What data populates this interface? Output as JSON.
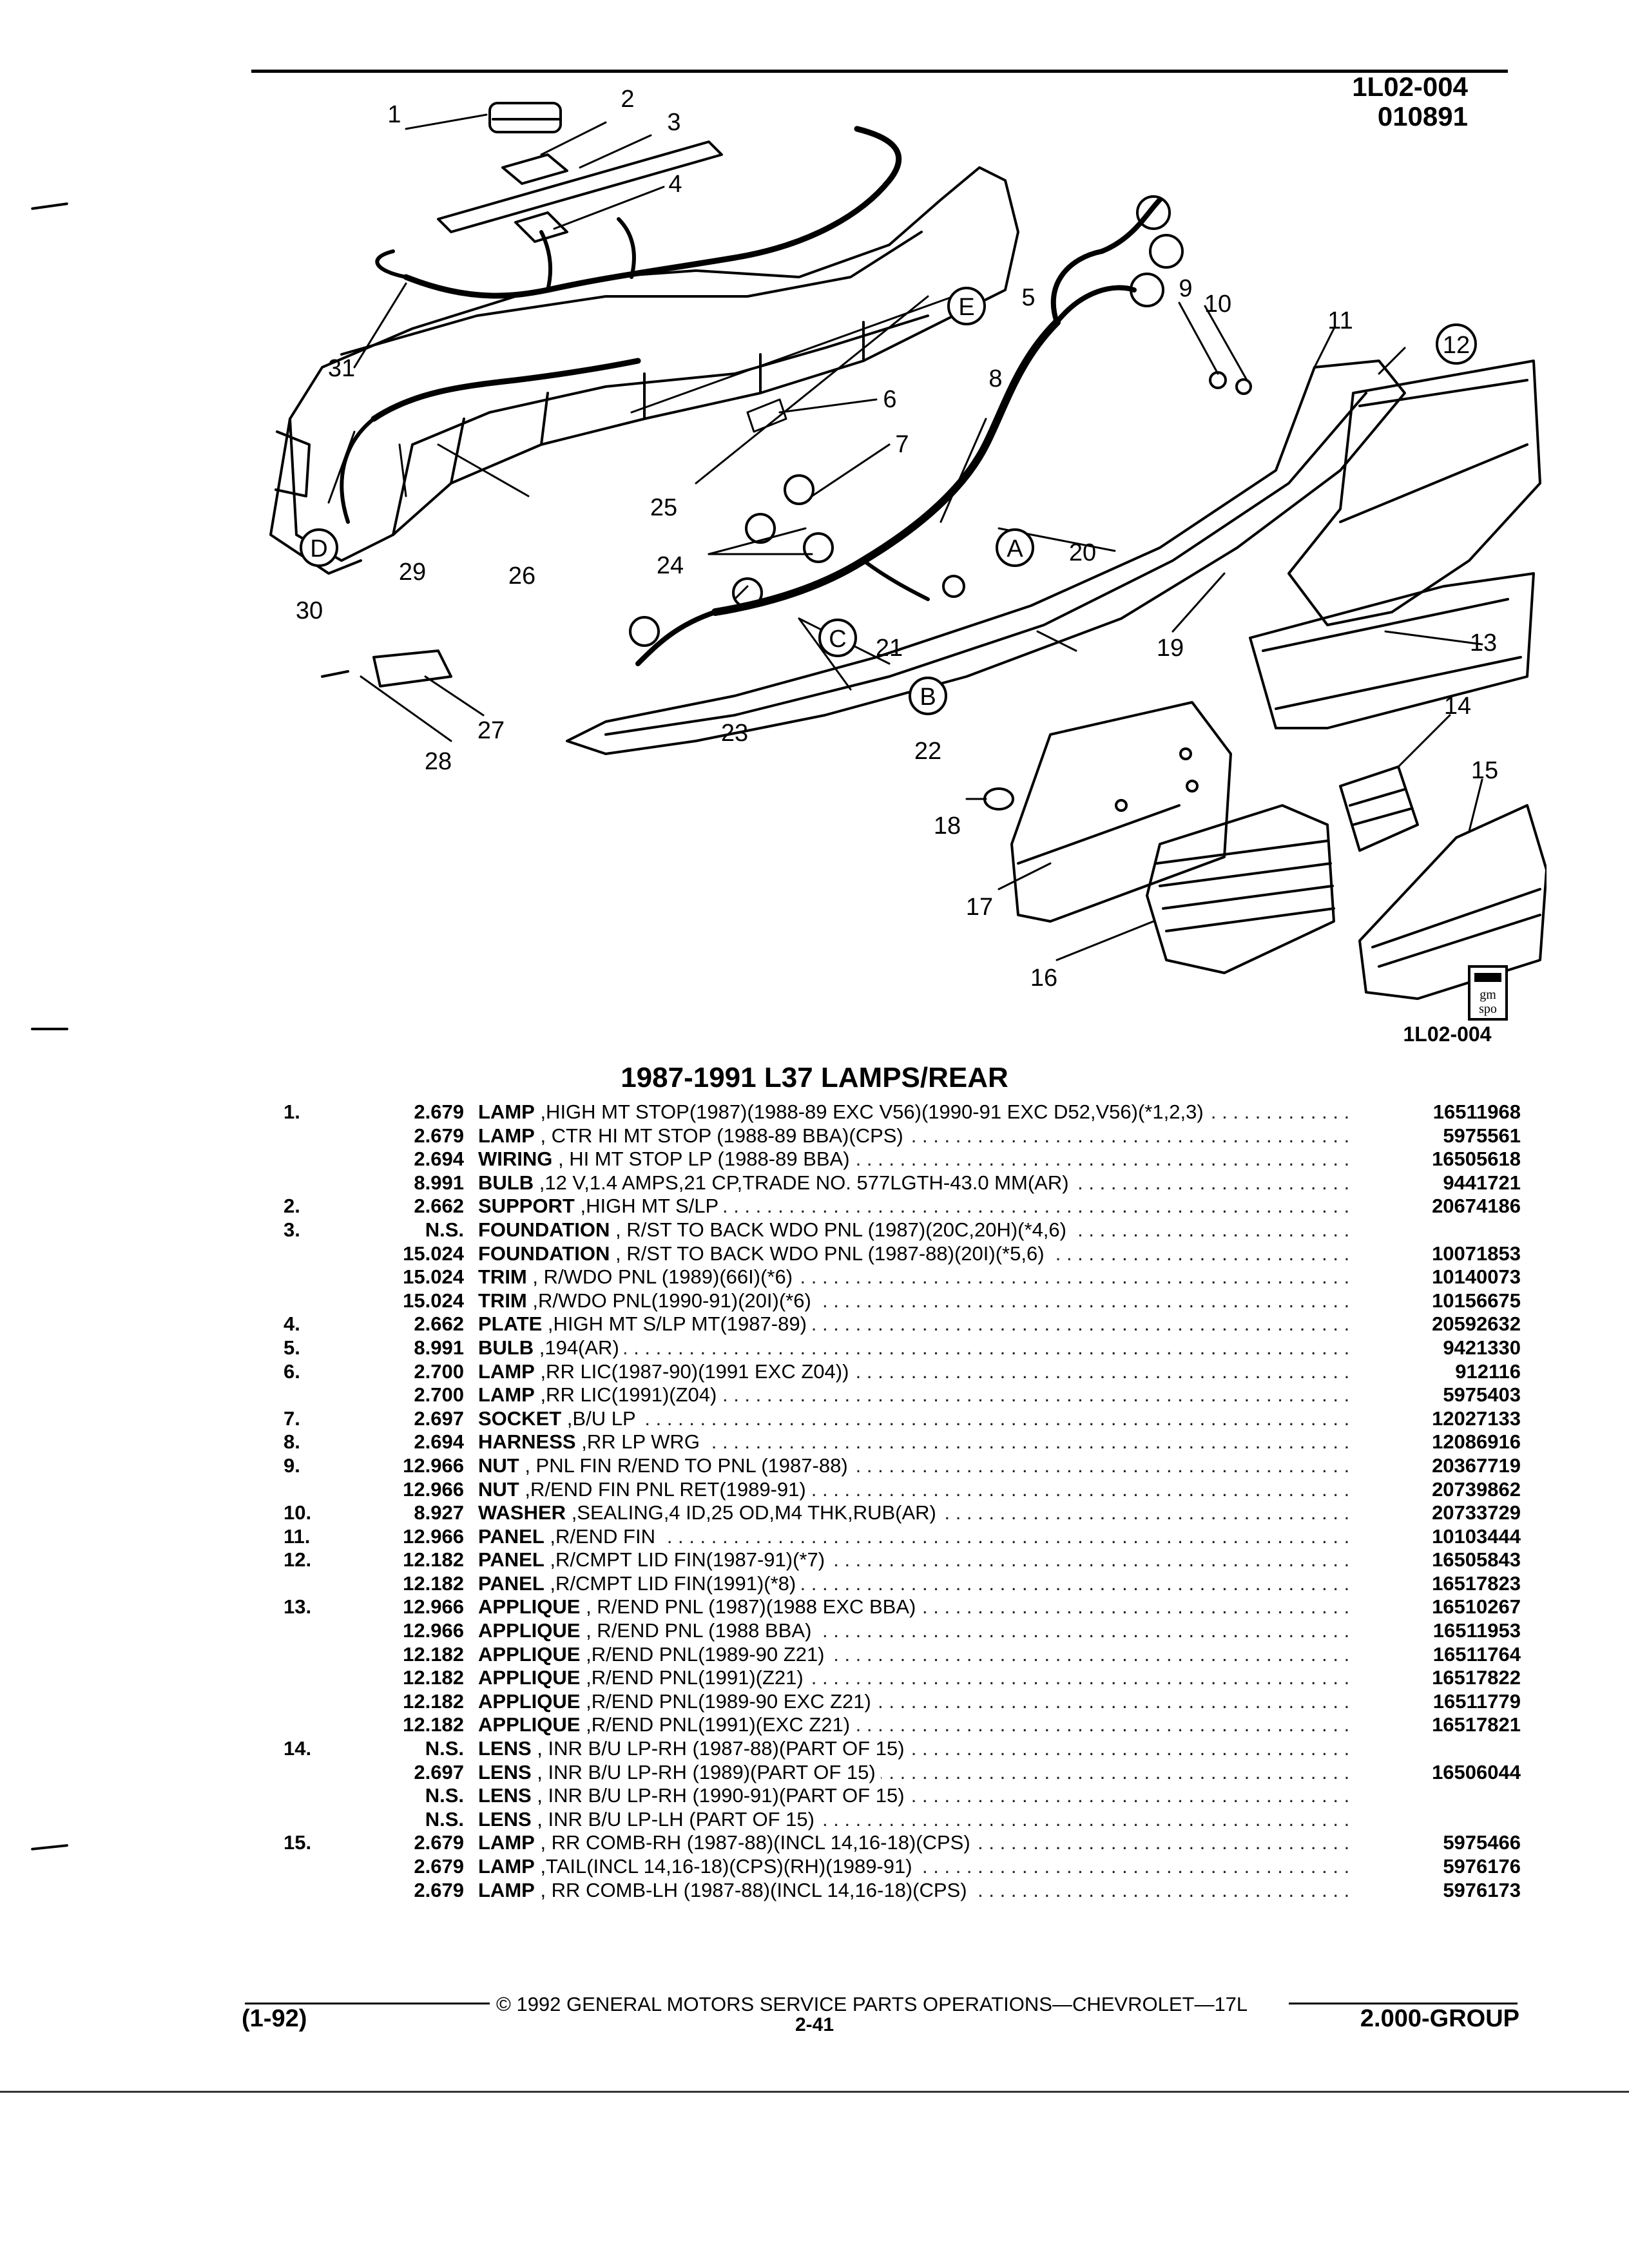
{
  "header": {
    "code": "1L02-004",
    "date": "010891"
  },
  "figure": {
    "code_bottom": "1L02-004",
    "callouts": [
      "1",
      "2",
      "3",
      "4",
      "5",
      "6",
      "7",
      "8",
      "9",
      "10",
      "11",
      "12",
      "13",
      "14",
      "15",
      "16",
      "17",
      "18",
      "19",
      "20",
      "21",
      "22",
      "23",
      "24",
      "25",
      "26",
      "27",
      "28",
      "29",
      "30",
      "31"
    ],
    "circled_letters": {
      "a": "A",
      "b": "B",
      "c": "C",
      "d": "D",
      "e": "E"
    },
    "badge": {
      "line1": "gm",
      "line2": "spo"
    }
  },
  "section_title": "1987-1991 L37 LAMPS/REAR",
  "parts": [
    {
      "ref": "1.",
      "group": "2.679",
      "name": "LAMP",
      "desc": " ,HIGH MT STOP(1987)(1988-89 EXC V56)(1990-91 EXC D52,V56)(*1,2,3)",
      "pn": "16511968"
    },
    {
      "ref": "",
      "group": "2.679",
      "name": "LAMP",
      "desc": " , CTR HI MT STOP (1988-89 BBA)(CPS)",
      "pn": "5975561"
    },
    {
      "ref": "",
      "group": "2.694",
      "name": "WIRING",
      "desc": " , HI MT STOP LP (1988-89 BBA)",
      "pn": "16505618"
    },
    {
      "ref": "",
      "group": "8.991",
      "name": "BULB",
      "desc": " ,12 V,1.4 AMPS,21 CP,TRADE NO. 577LGTH-43.0 MM(AR)",
      "pn": "9441721"
    },
    {
      "ref": "2.",
      "group": "2.662",
      "name": "SUPPORT",
      "desc": " ,HIGH MT S/LP",
      "pn": "20674186"
    },
    {
      "ref": "3.",
      "group": "N.S.",
      "name": "FOUNDATION",
      "desc": " , R/ST TO BACK WDO PNL (1987)(20C,20H)(*4,6)",
      "pn": ""
    },
    {
      "ref": "",
      "group": "15.024",
      "name": "FOUNDATION",
      "desc": " , R/ST TO BACK WDO PNL (1987-88)(20I)(*5,6)",
      "pn": "10071853"
    },
    {
      "ref": "",
      "group": "15.024",
      "name": "TRIM",
      "desc": " , R/WDO PNL (1989)(66I)(*6)",
      "pn": "10140073"
    },
    {
      "ref": "",
      "group": "15.024",
      "name": "TRIM",
      "desc": " ,R/WDO PNL(1990-91)(20I)(*6)",
      "pn": "10156675"
    },
    {
      "ref": "4.",
      "group": "2.662",
      "name": "PLATE",
      "desc": " ,HIGH MT S/LP MT(1987-89)",
      "pn": "20592632"
    },
    {
      "ref": "5.",
      "group": "8.991",
      "name": "BULB",
      "desc": " ,194(AR)",
      "pn": "9421330"
    },
    {
      "ref": "6.",
      "group": "2.700",
      "name": "LAMP",
      "desc": " ,RR LIC(1987-90)(1991 EXC Z04))",
      "pn": "912116"
    },
    {
      "ref": "",
      "group": "2.700",
      "name": "LAMP",
      "desc": " ,RR LIC(1991)(Z04)",
      "pn": "5975403"
    },
    {
      "ref": "7.",
      "group": "2.697",
      "name": "SOCKET",
      "desc": " ,B/U LP",
      "pn": "12027133"
    },
    {
      "ref": "8.",
      "group": "2.694",
      "name": "HARNESS",
      "desc": " ,RR LP WRG",
      "pn": "12086916"
    },
    {
      "ref": "9.",
      "group": "12.966",
      "name": "NUT",
      "desc": " , PNL FIN R/END TO PNL (1987-88)",
      "pn": "20367719"
    },
    {
      "ref": "",
      "group": "12.966",
      "name": "NUT",
      "desc": " ,R/END FIN PNL RET(1989-91)",
      "pn": "20739862"
    },
    {
      "ref": "10.",
      "group": "8.927",
      "name": "WASHER",
      "desc": " ,SEALING,4 ID,25 OD,M4 THK,RUB(AR)",
      "pn": "20733729"
    },
    {
      "ref": "11.",
      "group": "12.966",
      "name": "PANEL",
      "desc": " ,R/END FIN",
      "pn": "10103444"
    },
    {
      "ref": "12.",
      "group": "12.182",
      "name": "PANEL",
      "desc": " ,R/CMPT LID FIN(1987-91)(*7)",
      "pn": "16505843"
    },
    {
      "ref": "",
      "group": "12.182",
      "name": "PANEL",
      "desc": " ,R/CMPT LID FIN(1991)(*8)",
      "pn": "16517823"
    },
    {
      "ref": "13.",
      "group": "12.966",
      "name": "APPLIQUE",
      "desc": " , R/END PNL (1987)(1988 EXC BBA)",
      "pn": "16510267"
    },
    {
      "ref": "",
      "group": "12.966",
      "name": "APPLIQUE",
      "desc": " , R/END PNL (1988 BBA)",
      "pn": "16511953"
    },
    {
      "ref": "",
      "group": "12.182",
      "name": "APPLIQUE",
      "desc": " ,R/END PNL(1989-90 Z21)",
      "pn": "16511764"
    },
    {
      "ref": "",
      "group": "12.182",
      "name": "APPLIQUE",
      "desc": " ,R/END PNL(1991)(Z21)",
      "pn": "16517822"
    },
    {
      "ref": "",
      "group": "12.182",
      "name": "APPLIQUE",
      "desc": " ,R/END PNL(1989-90 EXC Z21)",
      "pn": "16511779"
    },
    {
      "ref": "",
      "group": "12.182",
      "name": "APPLIQUE",
      "desc": " ,R/END PNL(1991)(EXC Z21)",
      "pn": "16517821"
    },
    {
      "ref": "14.",
      "group": "N.S.",
      "name": "LENS",
      "desc": " , INR B/U LP-RH (1987-88)(PART OF 15)",
      "pn": ""
    },
    {
      "ref": "",
      "group": "2.697",
      "name": "LENS",
      "desc": " , INR B/U LP-RH (1989)(PART OF 15)",
      "pn": "16506044"
    },
    {
      "ref": "",
      "group": "N.S.",
      "name": "LENS",
      "desc": " , INR B/U LP-RH (1990-91)(PART OF 15)",
      "pn": ""
    },
    {
      "ref": "",
      "group": "N.S.",
      "name": "LENS",
      "desc": " , INR B/U LP-LH (PART OF 15)",
      "pn": ""
    },
    {
      "ref": "15.",
      "group": "2.679",
      "name": "LAMP",
      "desc": " , RR COMB-RH (1987-88)(INCL 14,16-18)(CPS)",
      "pn": "5975466"
    },
    {
      "ref": "",
      "group": "2.679",
      "name": "LAMP",
      "desc": " ,TAIL(INCL 14,16-18)(CPS)(RH)(1989-91)",
      "pn": "5976176"
    },
    {
      "ref": "",
      "group": "2.679",
      "name": "LAMP",
      "desc": " , RR COMB-LH (1987-88)(INCL 14,16-18)(CPS)",
      "pn": "5976173"
    }
  ],
  "footer": {
    "copyright": "©  1992  GENERAL MOTORS SERVICE PARTS OPERATIONS—CHEVROLET—17L",
    "date_code": "(1-92)",
    "page": "2-41",
    "group": "2.000-GROUP"
  }
}
